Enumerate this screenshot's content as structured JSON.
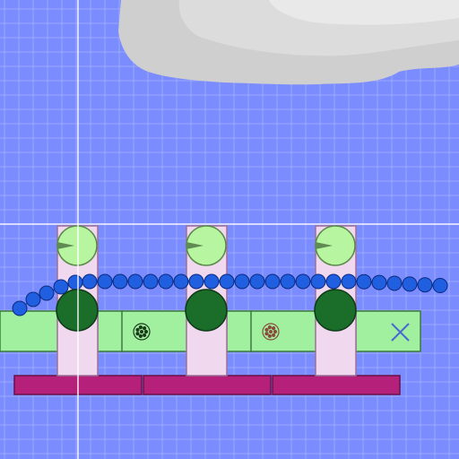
{
  "scene": {
    "background_color": "#7b8cff",
    "grid_color": "#a9b4ff",
    "guide_color": "#ffffff",
    "cloud_color": "#cfcfcf",
    "pillar_color": "#f0d8ef",
    "pillar_border": "#a0709a",
    "platform_color": "#a0f0a0",
    "platform_border": "#3c7a3c",
    "base_color": "#b5207a",
    "gear_light_color": "#b8f5a0",
    "gear_dark_color": "#1a6e2a",
    "chain_color": "#1f5fe0"
  },
  "pillars": [
    {
      "name": "pillar-1"
    },
    {
      "name": "pillar-2"
    },
    {
      "name": "pillar-3"
    }
  ],
  "platform_slots": [
    {
      "name": "slot-left-edge",
      "icon": "none"
    },
    {
      "name": "slot-between-1-2",
      "icon": "dark-dotted-wheel-icon"
    },
    {
      "name": "slot-between-2-3",
      "icon": "brown-dotted-wheel-icon"
    },
    {
      "name": "slot-right",
      "icon": "cross-icon"
    }
  ],
  "base_bars": [
    {
      "name": "base-bar-1"
    },
    {
      "name": "base-bar-2"
    },
    {
      "name": "base-bar-3"
    }
  ],
  "chain": {
    "name": "bead-chain"
  }
}
